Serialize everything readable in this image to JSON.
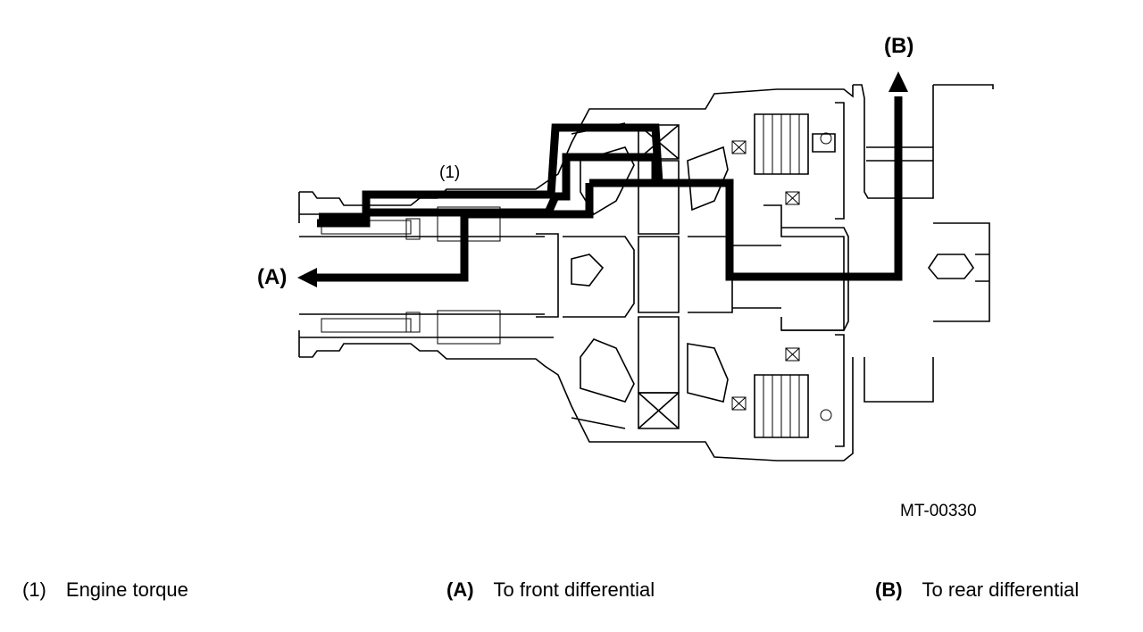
{
  "diagram": {
    "callouts": {
      "item1": "(1)",
      "a": "(A)",
      "b": "(B)"
    },
    "figure_code": "MT-00330"
  },
  "legend": [
    {
      "key": "(1)",
      "text": "Engine torque"
    },
    {
      "key": "(A)",
      "text": "To front differential"
    },
    {
      "key": "(B)",
      "text": "To rear differential"
    }
  ]
}
